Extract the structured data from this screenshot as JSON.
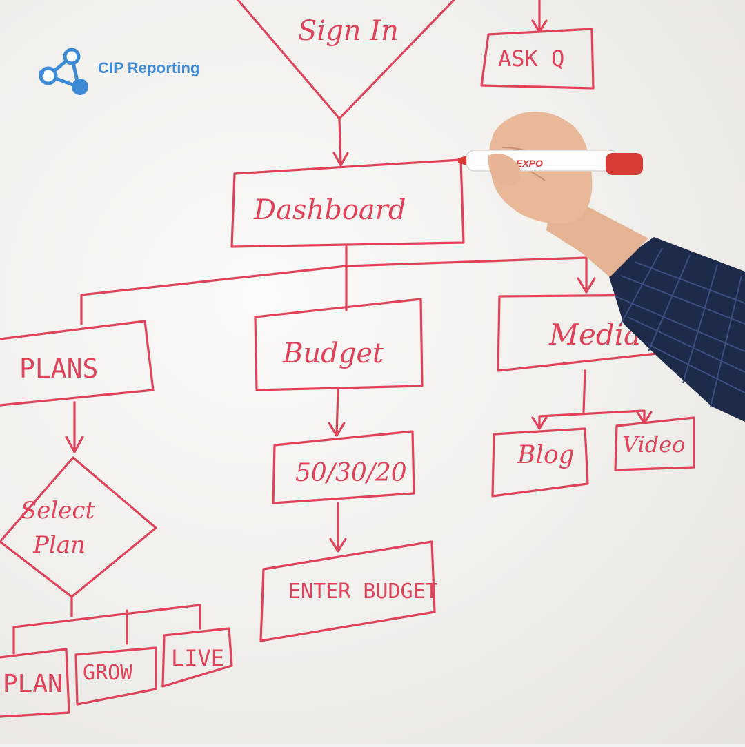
{
  "brand": {
    "name": "CIP Reporting",
    "logo_icon": "molecule-nodes-icon",
    "color": "#3d8bd6"
  },
  "whiteboard": {
    "ink_color": "#e0425a",
    "top_diamond_label": "Sign In",
    "top_right_box": "ASK Q",
    "root": "Dashboard",
    "branches": {
      "plans": "PLANS",
      "budget": "Budget",
      "media": "Media"
    },
    "decision": "Select Plan",
    "plans_children": [
      "PLAN",
      "GROW",
      "LIVE"
    ],
    "budget_children": [
      "50/30/20",
      "ENTER BUDGET"
    ],
    "media_children": [
      "Blog",
      "Video"
    ]
  },
  "marker_brand": "EXPO"
}
